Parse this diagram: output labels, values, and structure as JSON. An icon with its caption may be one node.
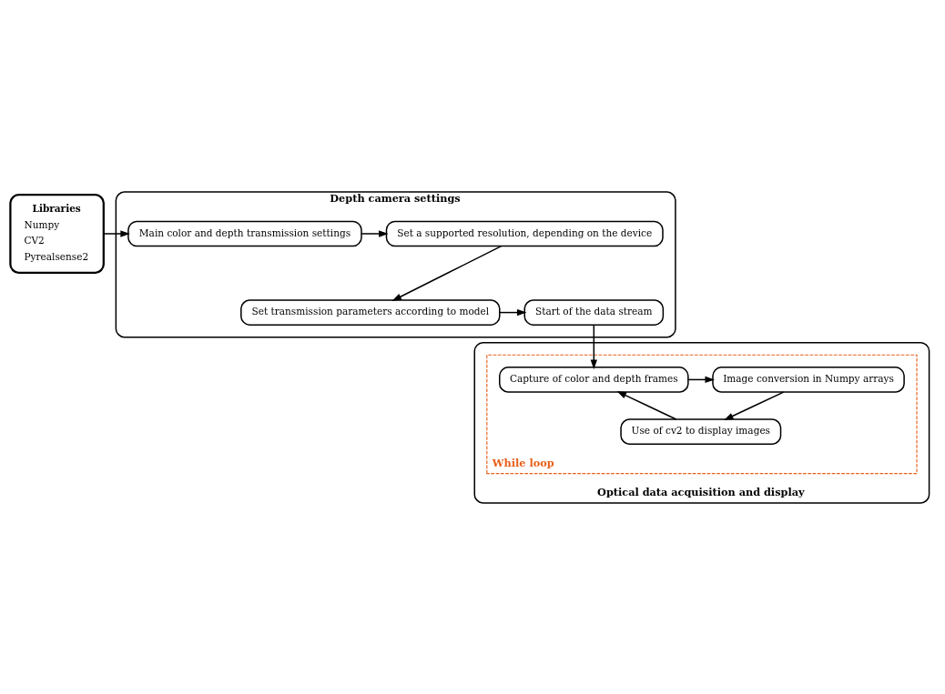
{
  "diagram": {
    "nodes": [
      {
        "text": [
          "Libraries",
          "Numpy",
          "CV2",
          "Pyrealsense2"
        ]
      },
      {
        "text": [
          "Depth camera settings"
        ]
      },
      {
        "text": [
          "Main color and depth transmission settings"
        ],
        "in": 1
      },
      {
        "text": [
          "Set a supported resolution, depending on the device"
        ],
        "in": 1
      },
      {
        "text": [
          "Set transmission parameters according to model"
        ],
        "in": 1
      },
      {
        "text": [
          "Start of the data stream"
        ],
        "in": 1
      },
      {
        "text": [
          "Optical data acquisition and display"
        ]
      },
      {
        "text": [
          "While loop"
        ],
        "in": 6
      },
      {
        "text": [
          "Capture of color and depth frames"
        ],
        "in": 7
      },
      {
        "text": [
          "Image conversion in Numpy arrays"
        ],
        "in": 7
      },
      {
        "text": [
          "Use of cv2 to display images"
        ],
        "in": 7
      }
    ],
    "edges": [
      {
        "from": 0,
        "to": 2,
        "arrow": "to"
      },
      {
        "from": 2,
        "to": 3,
        "arrow": "to"
      },
      {
        "from": 3,
        "to": 4,
        "arrow": "to"
      },
      {
        "from": 4,
        "to": 5,
        "arrow": "to"
      },
      {
        "from": 5,
        "to": 8,
        "arrow": "to"
      },
      {
        "from": 8,
        "to": 9,
        "arrow": "to"
      },
      {
        "from": 9,
        "to": 10,
        "arrow": "to"
      },
      {
        "from": 10,
        "to": 8,
        "arrow": "to"
      }
    ]
  }
}
